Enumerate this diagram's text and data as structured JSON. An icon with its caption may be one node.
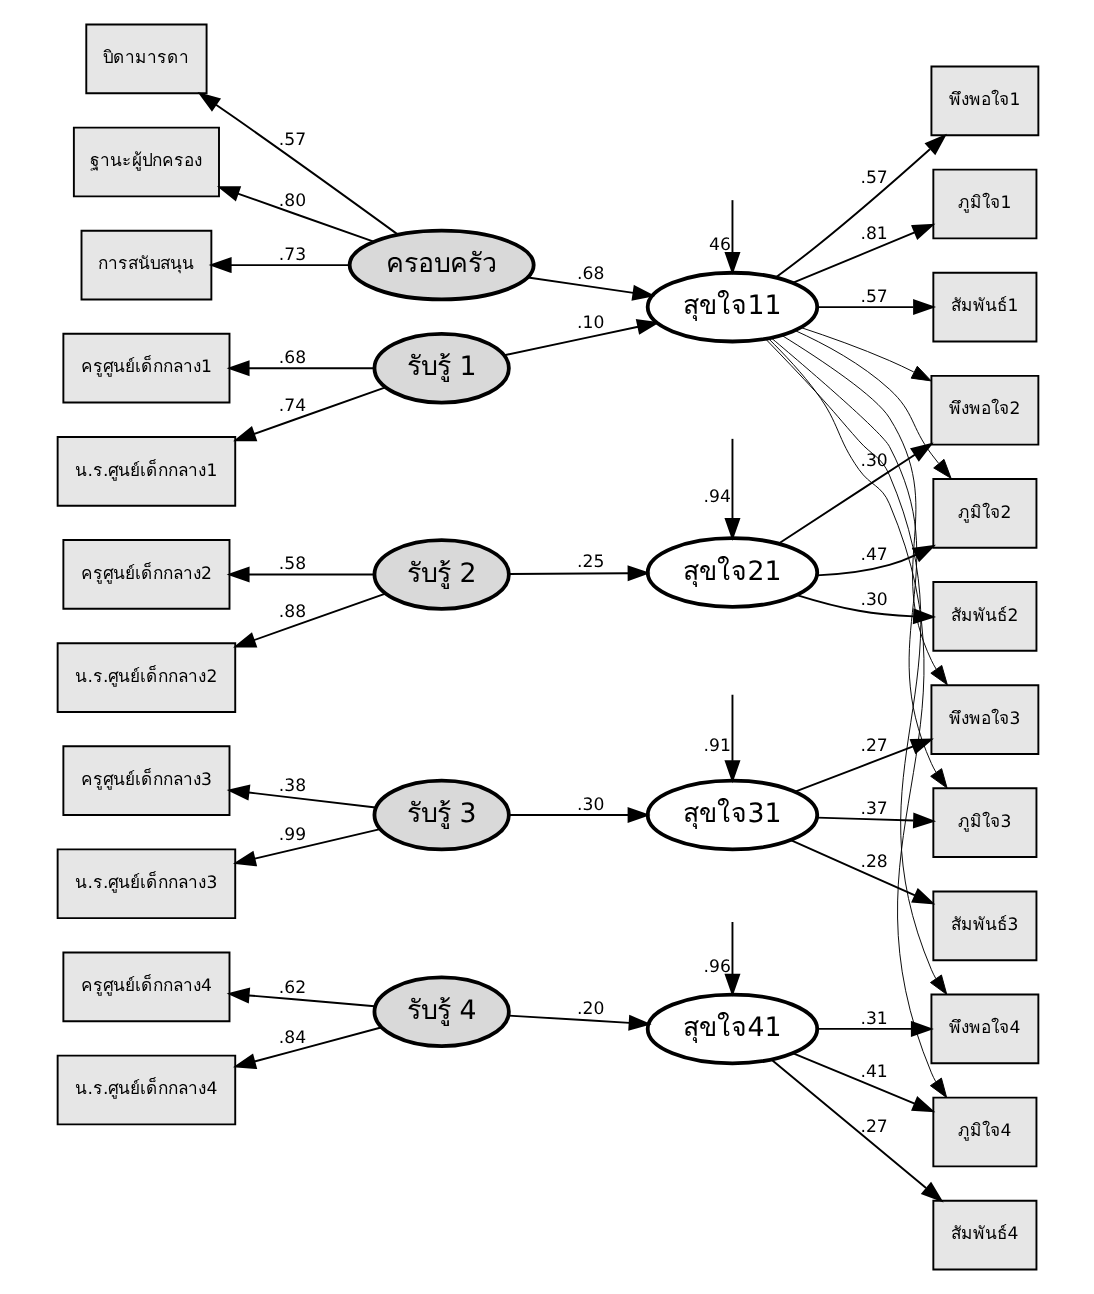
{
  "diagram": {
    "nodes": [
      {
        "text": [
          "บิดามารดา"
        ]
      },
      {
        "text": [
          "ฐานะผู้ปกครอง"
        ]
      },
      {
        "text": [
          "การสนับสนุน"
        ]
      },
      {
        "text": [
          "ครอบครัว"
        ]
      },
      {
        "text": [
          "สุขใจ11"
        ]
      },
      {
        "text": [
          "พึงพอใจ1"
        ]
      },
      {
        "text": [
          "ภูมิใจ1"
        ]
      },
      {
        "text": [
          "สัมพันธ์1"
        ]
      },
      {
        "text": [
          "ครูศูนย์เด็กกลาง1"
        ]
      },
      {
        "text": [
          "น.ร.ศูนย์เด็กกลาง1"
        ]
      },
      {
        "text": [
          "รับรู้ 1"
        ]
      },
      {
        "text": [
          "ครูศูนย์เด็กกลาง2"
        ]
      },
      {
        "text": [
          "น.ร.ศูนย์เด็กกลาง2"
        ]
      },
      {
        "text": [
          "รับรู้ 2"
        ]
      },
      {
        "text": [
          "สุขใจ21"
        ]
      },
      {
        "text": [
          "พึงพอใจ2"
        ]
      },
      {
        "text": [
          "ภูมิใจ2"
        ]
      },
      {
        "text": [
          "สัมพันธ์2"
        ]
      },
      {
        "text": [
          "ครูศูนย์เด็กกลาง3"
        ]
      },
      {
        "text": [
          "น.ร.ศูนย์เด็กกลาง3"
        ]
      },
      {
        "text": [
          "รับรู้ 3"
        ]
      },
      {
        "text": [
          "สุขใจ31"
        ]
      },
      {
        "text": [
          "พึงพอใจ3"
        ]
      },
      {
        "text": [
          "ภูมิใจ3"
        ]
      },
      {
        "text": [
          "สัมพันธ์3"
        ]
      },
      {
        "text": [
          "ครูศูนย์เด็กกลาง4"
        ]
      },
      {
        "text": [
          "น.ร.ศูนย์เด็กกลาง4"
        ]
      },
      {
        "text": [
          "รับรู้ 4"
        ]
      },
      {
        "text": [
          "สุขใจ41"
        ]
      },
      {
        "text": [
          "พึงพอใจ4"
        ]
      },
      {
        "text": [
          "ภูมิใจ4"
        ]
      },
      {
        "text": [
          "สัมพันธ์4"
        ]
      }
    ],
    "edges": [
      {
        "from": 3,
        "to": 0,
        "arrow": "to",
        "label": ".57"
      },
      {
        "from": 3,
        "to": 1,
        "arrow": "to",
        "label": ".80"
      },
      {
        "from": 3,
        "to": 2,
        "arrow": "to",
        "label": ".73"
      },
      {
        "from": 10,
        "to": 8,
        "arrow": "to",
        "label": ".68"
      },
      {
        "from": 10,
        "to": 9,
        "arrow": "to",
        "label": ".74"
      },
      {
        "from": 13,
        "to": 11,
        "arrow": "to",
        "label": ".58"
      },
      {
        "from": 13,
        "to": 12,
        "arrow": "to",
        "label": ".88"
      },
      {
        "from": 20,
        "to": 18,
        "arrow": "to",
        "label": ".38"
      },
      {
        "from": 20,
        "to": 19,
        "arrow": "to",
        "label": ".99"
      },
      {
        "from": 27,
        "to": 25,
        "arrow": "to",
        "label": ".62"
      },
      {
        "from": 27,
        "to": 26,
        "arrow": "to",
        "label": ".84"
      },
      {
        "from": 3,
        "to": 4,
        "arrow": "to",
        "label": ".68"
      },
      {
        "from": 10,
        "to": 4,
        "arrow": "to",
        "label": ".10"
      },
      {
        "from": 13,
        "to": 14,
        "arrow": "to",
        "label": ".25"
      },
      {
        "from": 20,
        "to": 21,
        "arrow": "to",
        "label": ".30"
      },
      {
        "from": 27,
        "to": 28,
        "arrow": "to",
        "label": ".20"
      },
      {
        "from": null,
        "to": 4,
        "arrow": "to",
        "label": "46"
      },
      {
        "from": null,
        "to": 14,
        "arrow": "to",
        "label": ".94"
      },
      {
        "from": null,
        "to": 21,
        "arrow": "to",
        "label": ".91"
      },
      {
        "from": null,
        "to": 28,
        "arrow": "to",
        "label": ".96"
      },
      {
        "from": 4,
        "to": 5,
        "arrow": "to",
        "label": ".57"
      },
      {
        "from": 4,
        "to": 6,
        "arrow": "to",
        "label": ".81"
      },
      {
        "from": 4,
        "to": 7,
        "arrow": "to",
        "label": ".57"
      },
      {
        "from": 14,
        "to": 15,
        "arrow": "to",
        "label": ".30"
      },
      {
        "from": 14,
        "to": 16,
        "arrow": "to",
        "label": ".47"
      },
      {
        "from": 14,
        "to": 17,
        "arrow": "to",
        "label": ".30"
      },
      {
        "from": 21,
        "to": 22,
        "arrow": "to",
        "label": ".27"
      },
      {
        "from": 21,
        "to": 23,
        "arrow": "to",
        "label": ".37"
      },
      {
        "from": 21,
        "to": 24,
        "arrow": "to",
        "label": ".28"
      },
      {
        "from": 28,
        "to": 29,
        "arrow": "to",
        "label": ".31"
      },
      {
        "from": 28,
        "to": 30,
        "arrow": "to",
        "label": ".41"
      },
      {
        "from": 28,
        "to": 31,
        "arrow": "to",
        "label": ".27"
      },
      {
        "from": 4,
        "to": 15,
        "arrow": "to"
      },
      {
        "from": 4,
        "to": 16,
        "arrow": "to"
      },
      {
        "from": 4,
        "to": 22,
        "arrow": "to"
      },
      {
        "from": 4,
        "to": 23,
        "arrow": "to"
      },
      {
        "from": 4,
        "to": 29,
        "arrow": "to"
      },
      {
        "from": 4,
        "to": 30,
        "arrow": "to"
      }
    ]
  }
}
